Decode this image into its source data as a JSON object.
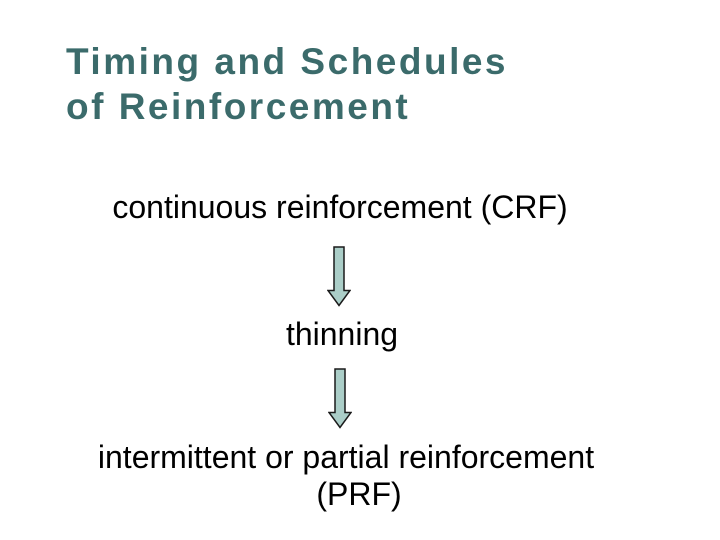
{
  "slide": {
    "title": {
      "line1": "Timing and Schedules",
      "line2": "of Reinforcement",
      "color": "#3b6b6b"
    },
    "flow": {
      "step1": "continuous reinforcement (CRF)",
      "step2": "thinning",
      "step3_line1": "intermittent or partial reinforcement",
      "step3_line2": "(PRF)"
    },
    "arrow": {
      "direction": "down",
      "fill": "#abcec8",
      "outline": "#1a1a1a"
    },
    "background_color": "#ffffff",
    "text_color": "#000000"
  }
}
